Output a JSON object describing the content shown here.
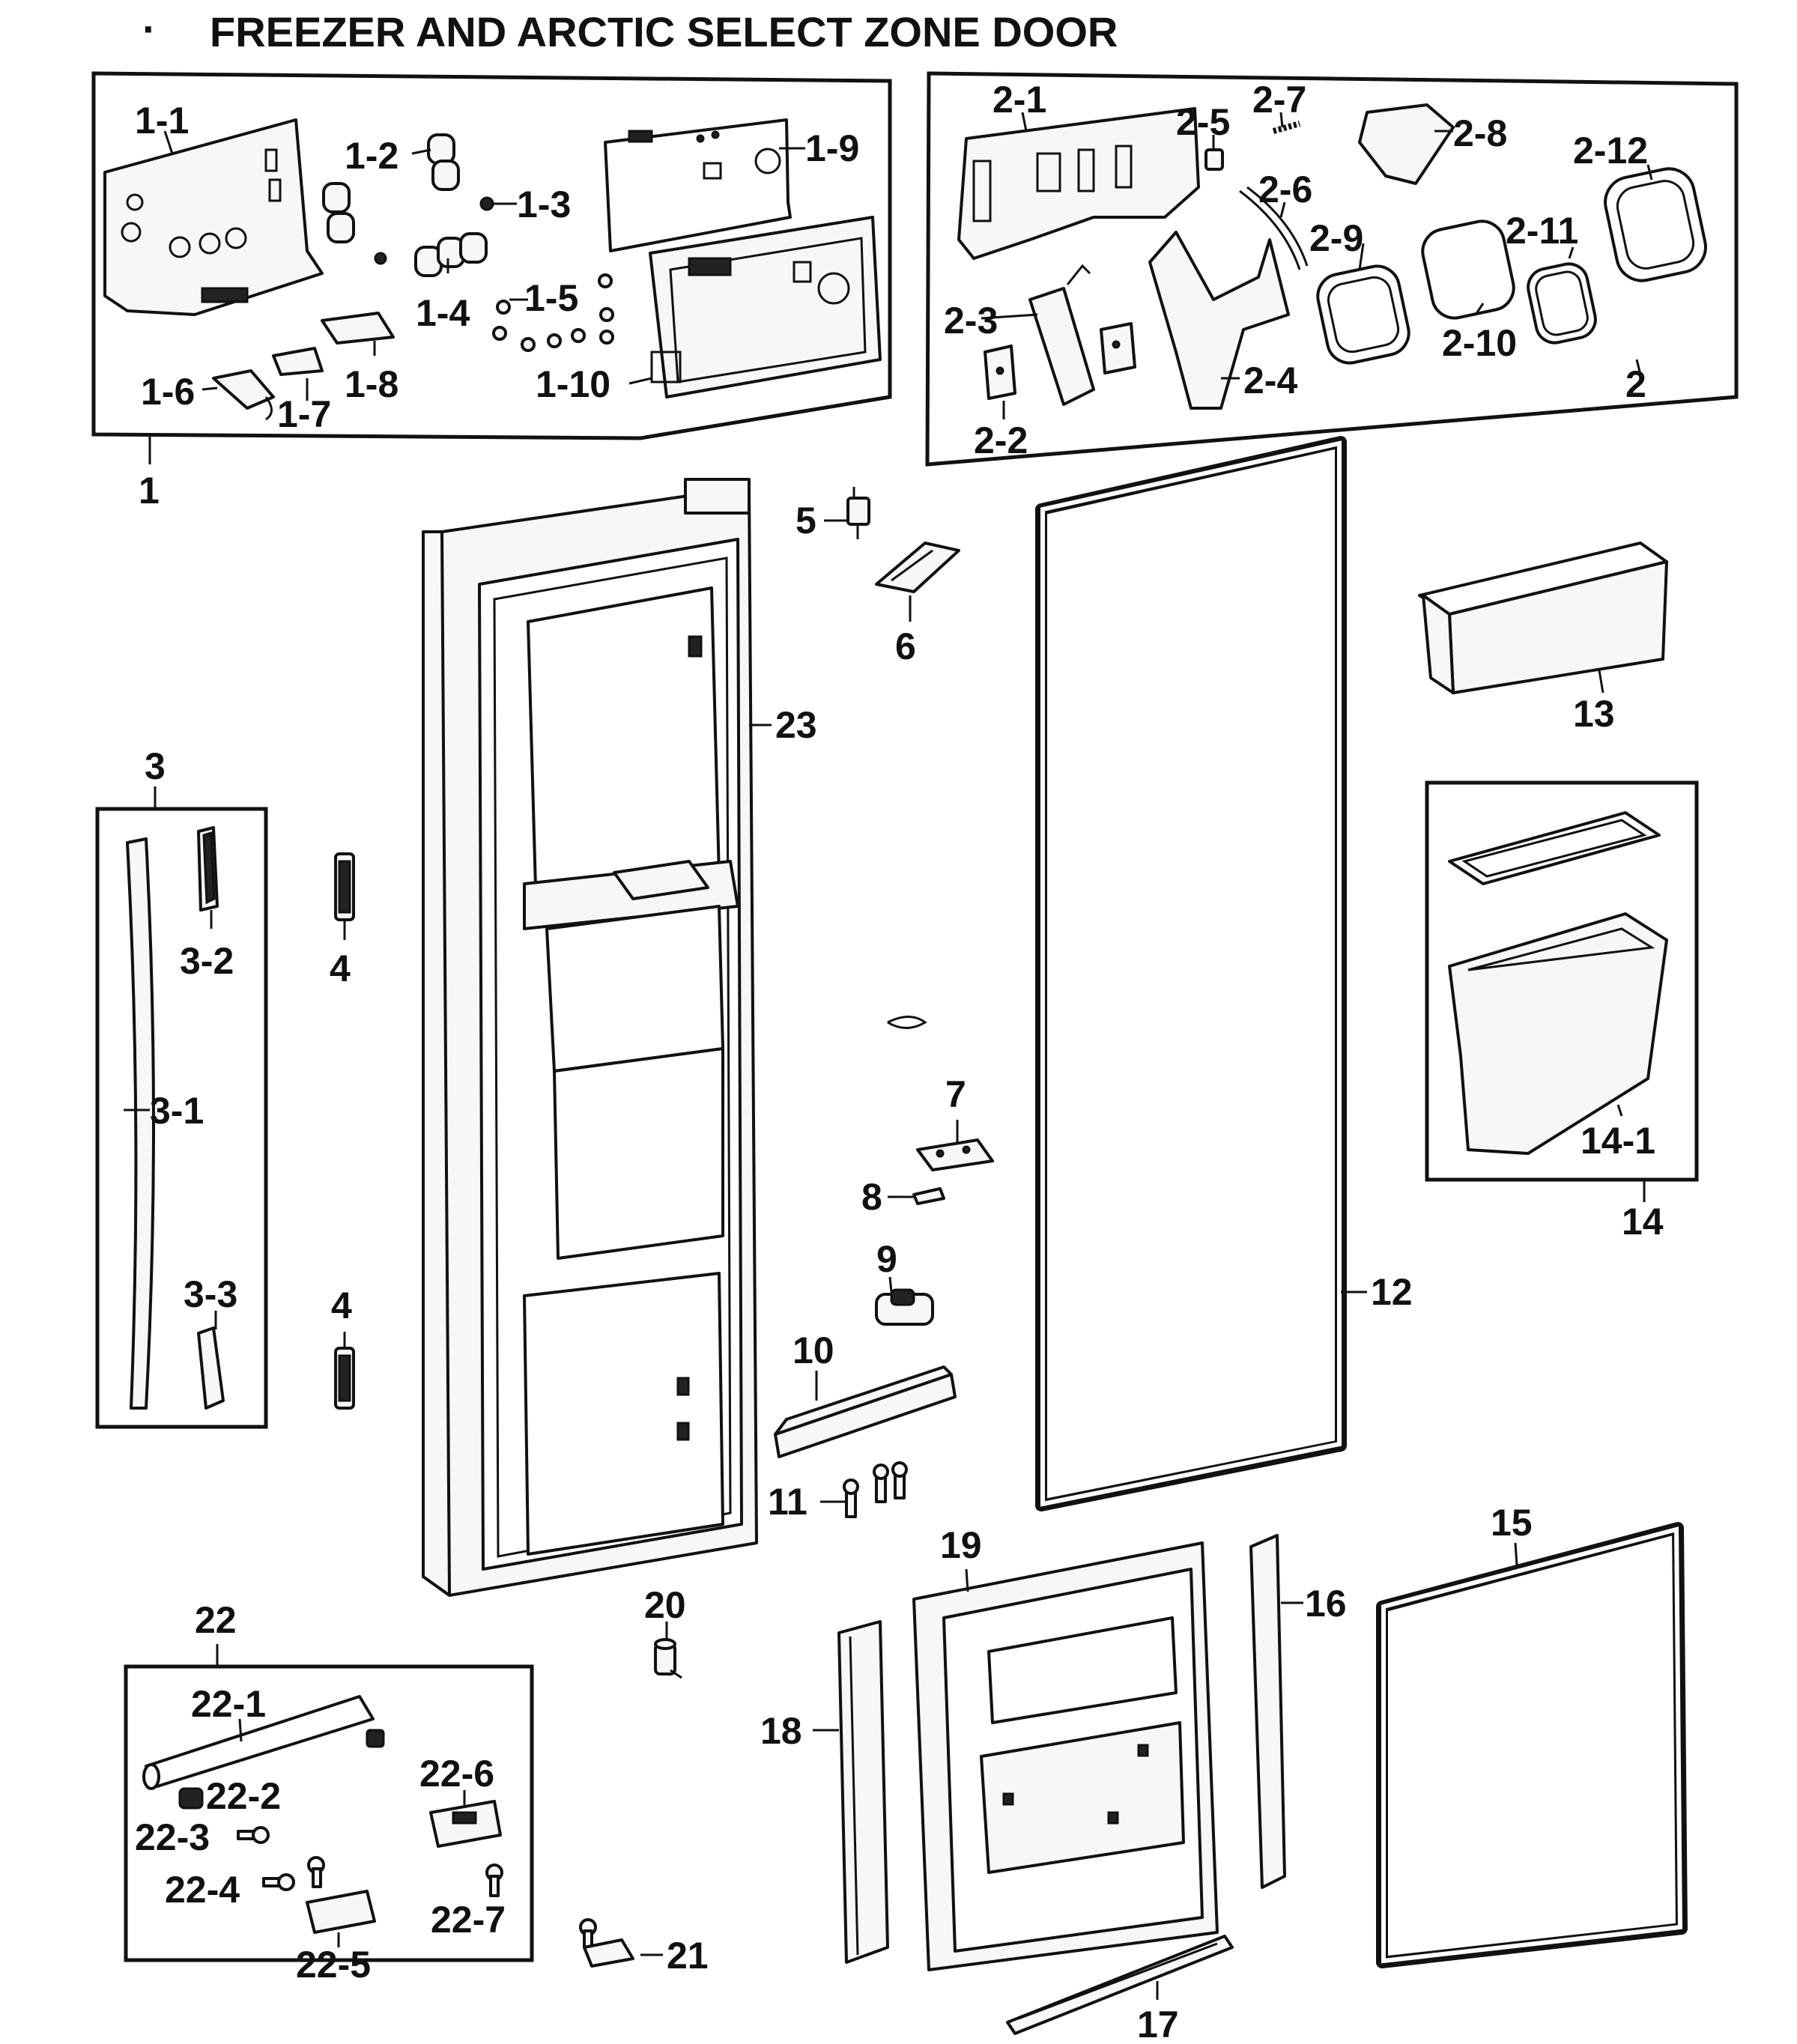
{
  "title": "FREEZER AND ARCTIC SELECT ZONE DOOR",
  "title_prefix_mark": "·",
  "labels": {
    "l1": "1",
    "l1_1": "1-1",
    "l1_2": "1-2",
    "l1_3": "1-3",
    "l1_4": "1-4",
    "l1_5": "1-5",
    "l1_6": "1-6",
    "l1_7": "1-7",
    "l1_8": "1-8",
    "l1_9": "1-9",
    "l1_10": "1-10",
    "l2": "2",
    "l2_1": "2-1",
    "l2_2": "2-2",
    "l2_3": "2-3",
    "l2_4": "2-4",
    "l2_5": "2-5",
    "l2_6": "2-6",
    "l2_7": "2-7",
    "l2_8": "2-8",
    "l2_9": "2-9",
    "l2_10": "2-10",
    "l2_11": "2-11",
    "l2_12": "2-12",
    "l3": "3",
    "l3_1": "3-1",
    "l3_2": "3-2",
    "l3_3": "3-3",
    "l4a": "4",
    "l4b": "4",
    "l5": "5",
    "l6": "6",
    "l7": "7",
    "l8": "8",
    "l9": "9",
    "l10": "10",
    "l11": "11",
    "l12": "12",
    "l13": "13",
    "l14": "14",
    "l14_1": "14-1",
    "l15": "15",
    "l16": "16",
    "l17": "17",
    "l18": "18",
    "l19": "19",
    "l20": "20",
    "l21": "21",
    "l22": "22",
    "l22_1": "22-1",
    "l22_2": "22-2",
    "l22_3": "22-3",
    "l22_4": "22-4",
    "l22_5": "22-5",
    "l22_6": "22-6",
    "l22_7": "22-7",
    "l23": "23"
  }
}
